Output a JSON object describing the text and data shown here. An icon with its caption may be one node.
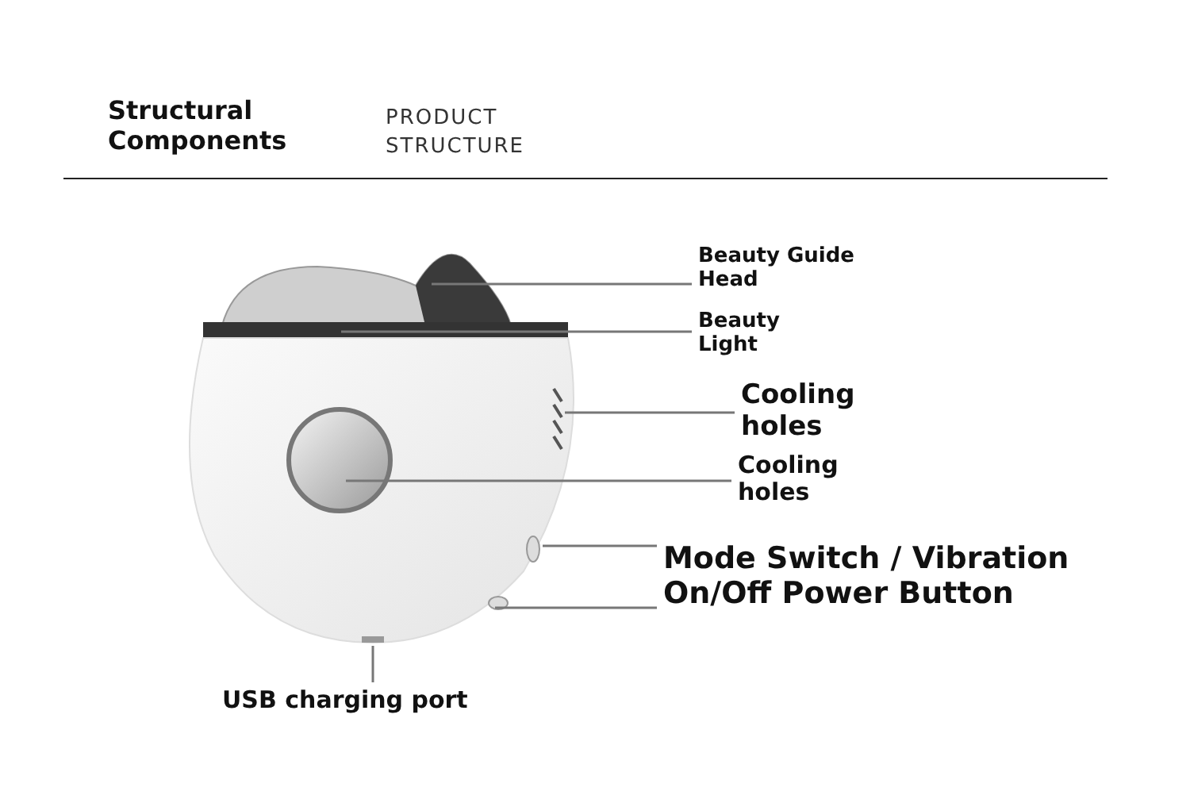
{
  "diagram": {
    "title": "Structural Components",
    "nodes": [
      {
        "text": [
          "Beauty Guide Head"
        ]
      },
      {
        "text": [
          "Beauty Light"
        ]
      },
      {
        "text": [
          "Cooling holes"
        ]
      },
      {
        "text": [
          "Cooling holes"
        ]
      },
      {
        "text": [
          "Mode Switch / Vibration"
        ]
      },
      {
        "text": [
          "On/Off Power Button"
        ]
      },
      {
        "text": [
          "USB charging port"
        ]
      }
    ],
    "edges": [
      {
        "from": 0,
        "to": null,
        "arrow": "none"
      },
      {
        "from": 1,
        "to": null,
        "arrow": "none"
      },
      {
        "from": 2,
        "to": null,
        "arrow": "none"
      },
      {
        "from": 3,
        "to": null,
        "arrow": "none"
      },
      {
        "from": 4,
        "to": null,
        "arrow": "none"
      },
      {
        "from": 5,
        "to": null,
        "arrow": "none"
      },
      {
        "from": 6,
        "to": null,
        "arrow": "none"
      }
    ],
    "labels": [
      "PRODUCT STRUCTURE"
    ]
  }
}
